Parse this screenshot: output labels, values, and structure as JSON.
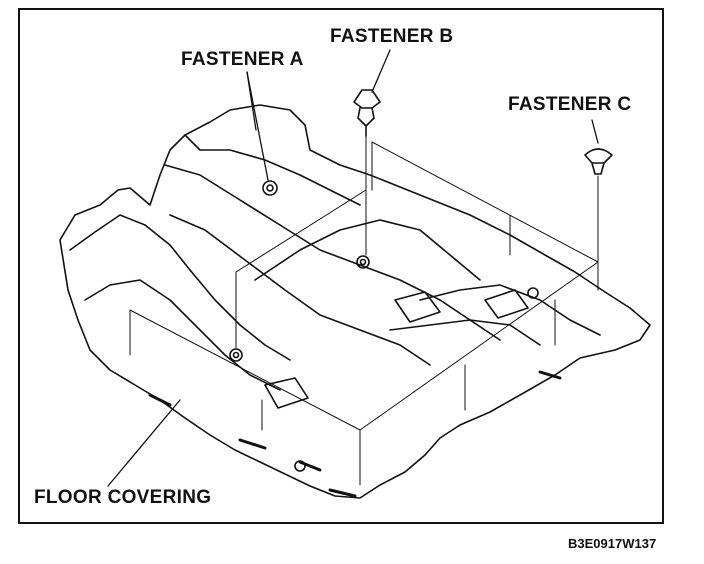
{
  "diagram": {
    "labels": {
      "fastener_a": "FASTENER A",
      "fastener_b": "FASTENER B",
      "fastener_c": "FASTENER C",
      "floor_covering": "FLOOR COVERING"
    },
    "figure_code": "B3E0917W137"
  }
}
